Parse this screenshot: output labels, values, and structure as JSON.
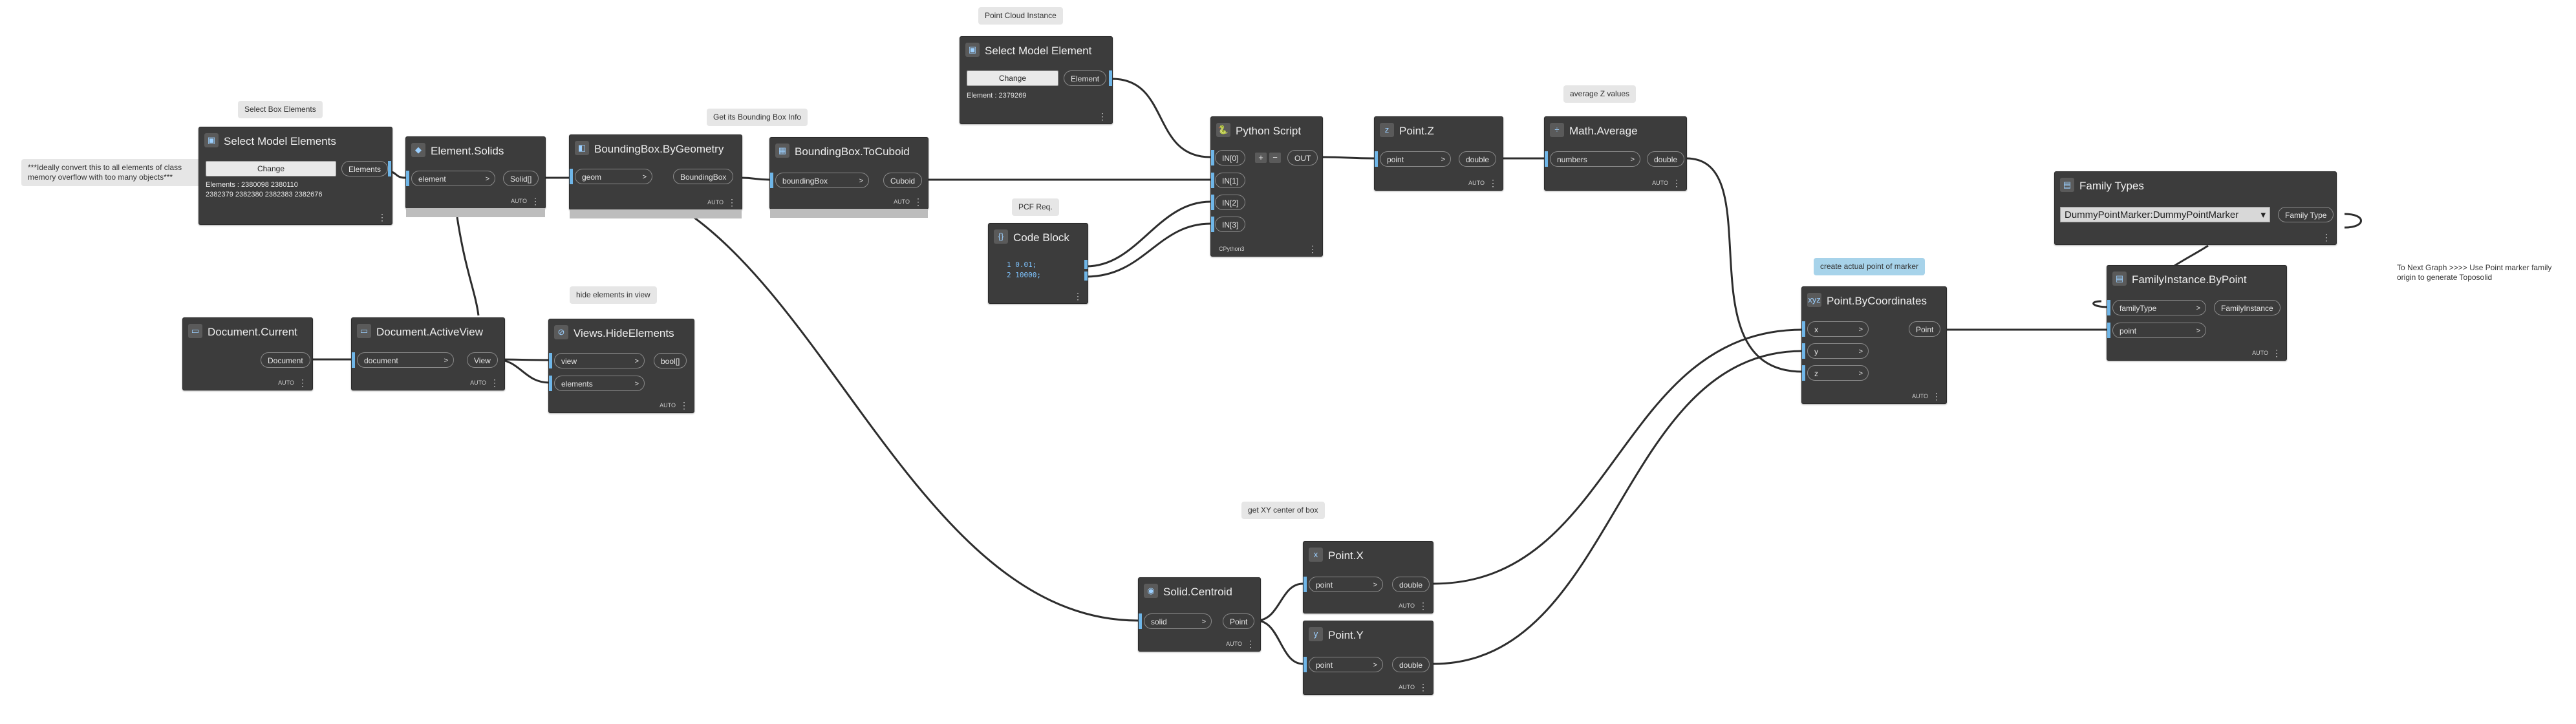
{
  "notes": {
    "point_cloud": "Point Cloud Instance",
    "select_box": "Select Box Elements",
    "bbox_info": "Get its Bounding Box Info",
    "avg_z": "average Z values",
    "ideally": "***Ideally convert this to all elements of class memory overflow with too many objects***",
    "pcf_req": "PCF Req.",
    "hide": "hide elements in view",
    "create_point": "create actual point of marker",
    "xy_center": "get XY center of box",
    "next_graph": "To Next Graph >>>> Use Point marker family origin to generate Toposolid"
  },
  "common": {
    "lacing": "AUTO",
    "dots": "⋮"
  },
  "nodes": {
    "sel_model_elem": {
      "title": "Select Model Element",
      "button": "Change",
      "output": "Element",
      "status": "Element : 2379269"
    },
    "sel_model_elems": {
      "title": "Select Model Elements",
      "button": "Change",
      "output": "Elements",
      "status_line1": "Elements : 2380098 2380110",
      "status_line2": "2382379 2382380 2382383 2382676"
    },
    "elem_solids": {
      "title": "Element.Solids",
      "input": "element",
      "output": "Solid[]"
    },
    "bbox_geom": {
      "title": "BoundingBox.ByGeometry",
      "input": "geom",
      "output": "BoundingBox"
    },
    "bbox_cuboid": {
      "title": "BoundingBox.ToCuboid",
      "input": "boundingBox",
      "output": "Cuboid"
    },
    "python": {
      "title": "Python Script",
      "inputs": [
        "IN[0]",
        "IN[1]",
        "IN[2]",
        "IN[3]"
      ],
      "output": "OUT",
      "plus": "+",
      "minus": "−",
      "footer": "CPython3"
    },
    "point_z": {
      "title": "Point.Z",
      "input": "point",
      "output": "double"
    },
    "math_avg": {
      "title": "Math.Average",
      "input": "numbers",
      "output": "double"
    },
    "family_types": {
      "title": "Family Types",
      "dropdown": "DummyPointMarker:DummyPointMarker",
      "output": "Family Type"
    },
    "code_block": {
      "title": "Code Block",
      "line1": "1  0.01;",
      "line2": "2  10000;"
    },
    "doc_current": {
      "title": "Document.Current",
      "output": "Document"
    },
    "doc_view": {
      "title": "Document.ActiveView",
      "input": "document",
      "output": "View"
    },
    "hide_elems": {
      "title": "Views.HideElements",
      "inputs": [
        "view",
        "elements"
      ],
      "output": "bool[]"
    },
    "point_by_coord": {
      "title": "Point.ByCoordinates",
      "inputs": [
        "x",
        "y",
        "z"
      ],
      "output": "Point"
    },
    "family_inst": {
      "title": "FamilyInstance.ByPoint",
      "inputs": [
        "familyType",
        "point"
      ],
      "output": "FamilyInstance"
    },
    "solid_centroid": {
      "title": "Solid.Centroid",
      "input": "solid",
      "output": "Point"
    },
    "point_x": {
      "title": "Point.X",
      "input": "point",
      "output": "double"
    },
    "point_y": {
      "title": "Point.Y",
      "input": "point",
      "output": "double"
    }
  },
  "colors": {
    "canvas": "#ffffff",
    "node": "#3c3c3c",
    "port": "#6fb6e8",
    "wire": "#2d2d2d",
    "note": "#e6e6e6",
    "note_highlight": "#a7d3ea"
  }
}
